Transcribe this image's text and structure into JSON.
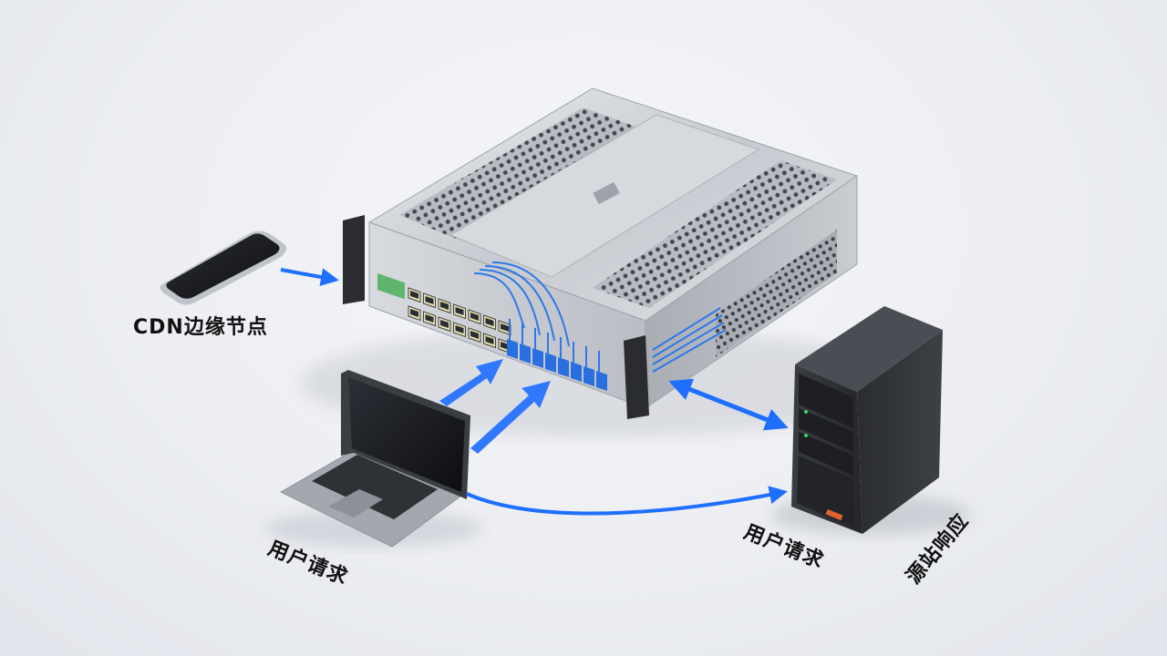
{
  "labels": {
    "cdn_node": "CDN边缘节点",
    "user_request_left": "用户请求",
    "user_request_right": "用户请求",
    "origin_response": "源站响应"
  },
  "icons": {
    "phone": "smartphone-icon",
    "laptop": "laptop-icon",
    "appliance": "rack-server-icon",
    "tower": "tower-server-icon"
  },
  "colors": {
    "arrow": "#1f6fff",
    "chassis": "#c9ccd2",
    "tower": "#2b2e33",
    "background": "#eceef3"
  }
}
